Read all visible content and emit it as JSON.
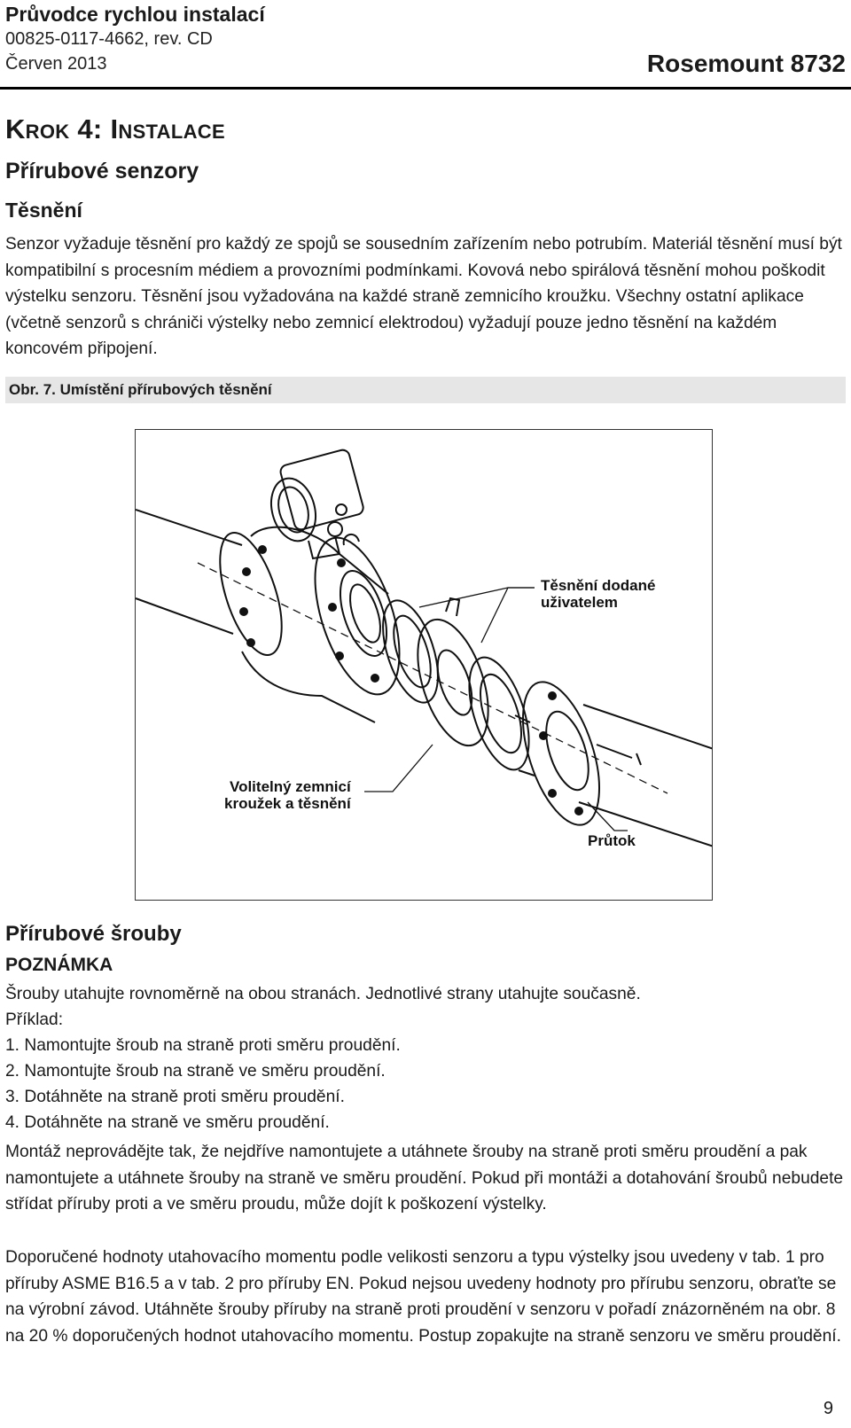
{
  "header": {
    "guide_title": "Průvodce rychlou instalací",
    "doc_number": "00825-0117-4662, rev. CD",
    "date": "Červen 2013",
    "product": "Rosemount 8732"
  },
  "step_heading": "Krok 4: Instalace",
  "section_heading": "Přírubové senzory",
  "sub_heading": "Těsnění",
  "paragraph_gaskets": "Senzor vyžaduje těsnění pro každý ze spojů se sousedním zařízením nebo potrubím. Materiál těsnění musí být kompatibilní s procesním médiem a provozními podmínkami. Kovová nebo spirálová těsnění mohou poškodit výstelku senzoru. Těsnění jsou vyžadována na každé straně zemnicího kroužku. Všechny ostatní aplikace (včetně senzorů s chrániči výstelky nebo zemnicí elektrodou) vyžadují pouze jedno těsnění na každém koncovém připojení.",
  "figure": {
    "caption": "Obr. 7.  Umístění přírubových těsnění",
    "label_gasket_line1": "Těsnění dodané",
    "label_gasket_line2": "uživatelem",
    "label_ring_line1": "Volitelný zemnicí",
    "label_ring_line2": "kroužek a těsnění",
    "label_flow": "Průtok"
  },
  "bolts_heading": "Přírubové šrouby",
  "note": {
    "label": "POZNÁMKA",
    "lines": [
      "Šrouby utahujte rovnoměrně na obou stranách. Jednotlivé strany utahujte současně.",
      "Příklad:",
      "1. Namontujte šroub na straně proti směru proudění.",
      "2. Namontujte šroub na straně ve směru proudění.",
      "3. Dotáhněte na straně proti směru proudění.",
      "4. Dotáhněte na straně ve směru proudění."
    ]
  },
  "paragraph_mounting": "Montáž neprovádějte tak, že nejdříve namontujete a utáhnete šrouby na straně proti směru proudění a pak namontujete a utáhnete šrouby na straně ve směru proudění. Pokud při montáži a dotahování šroubů nebudete střídat příruby proti a ve směru proudu, může dojít k poškození výstelky.",
  "paragraph_torque": "Doporučené hodnoty utahovacího momentu podle velikosti senzoru a typu výstelky jsou uvedeny v tab. 1 pro příruby ASME B16.5 a v tab. 2 pro příruby EN. Pokud nejsou uvedeny hodnoty pro přírubu senzoru, obraťte se na výrobní závod. Utáhněte šrouby příruby na straně proti proudění v senzoru v pořadí znázorněném na obr. 8 na 20 % doporučených hodnot utahovacího momentu. Postup zopakujte na straně senzoru ve směru proudění.",
  "page_number": "9"
}
